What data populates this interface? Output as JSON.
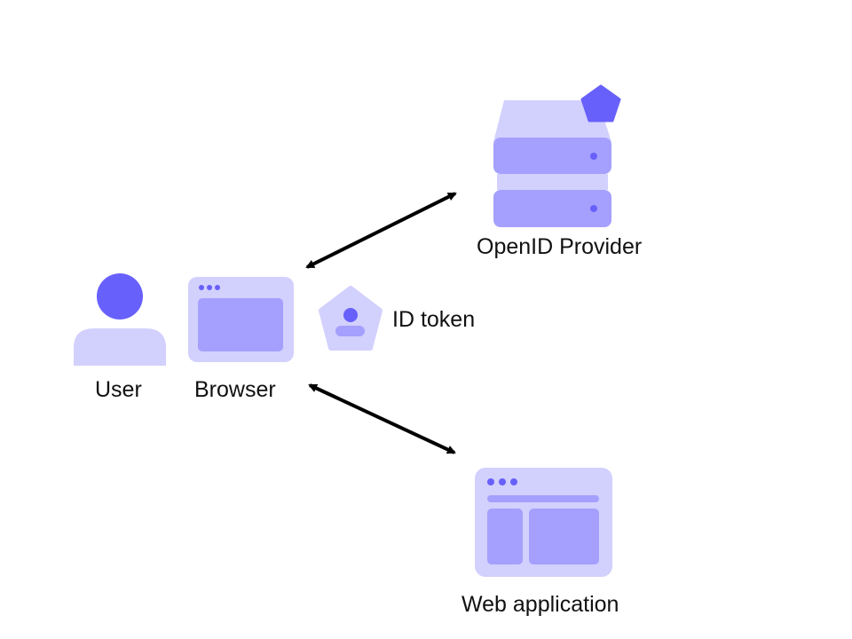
{
  "nodes": {
    "user": {
      "label": "User",
      "icon": "person-icon"
    },
    "browser": {
      "label": "Browser",
      "icon": "browser-window-icon"
    },
    "token": {
      "label": "ID token",
      "icon": "id-token-badge-icon"
    },
    "provider": {
      "label": "OpenID Provider",
      "icon": "server-stack-icon"
    },
    "webapp": {
      "label": "Web application",
      "icon": "web-app-window-icon"
    }
  },
  "edges": [
    {
      "from": "browser",
      "to": "provider",
      "direction": "bidirectional"
    },
    {
      "from": "browser",
      "to": "webapp",
      "direction": "bidirectional"
    }
  ],
  "colors": {
    "primary": "#6860fb",
    "medium": "#a5a0fd",
    "light": "#d2d0fd",
    "arrow": "#000000",
    "text": "#111111"
  }
}
